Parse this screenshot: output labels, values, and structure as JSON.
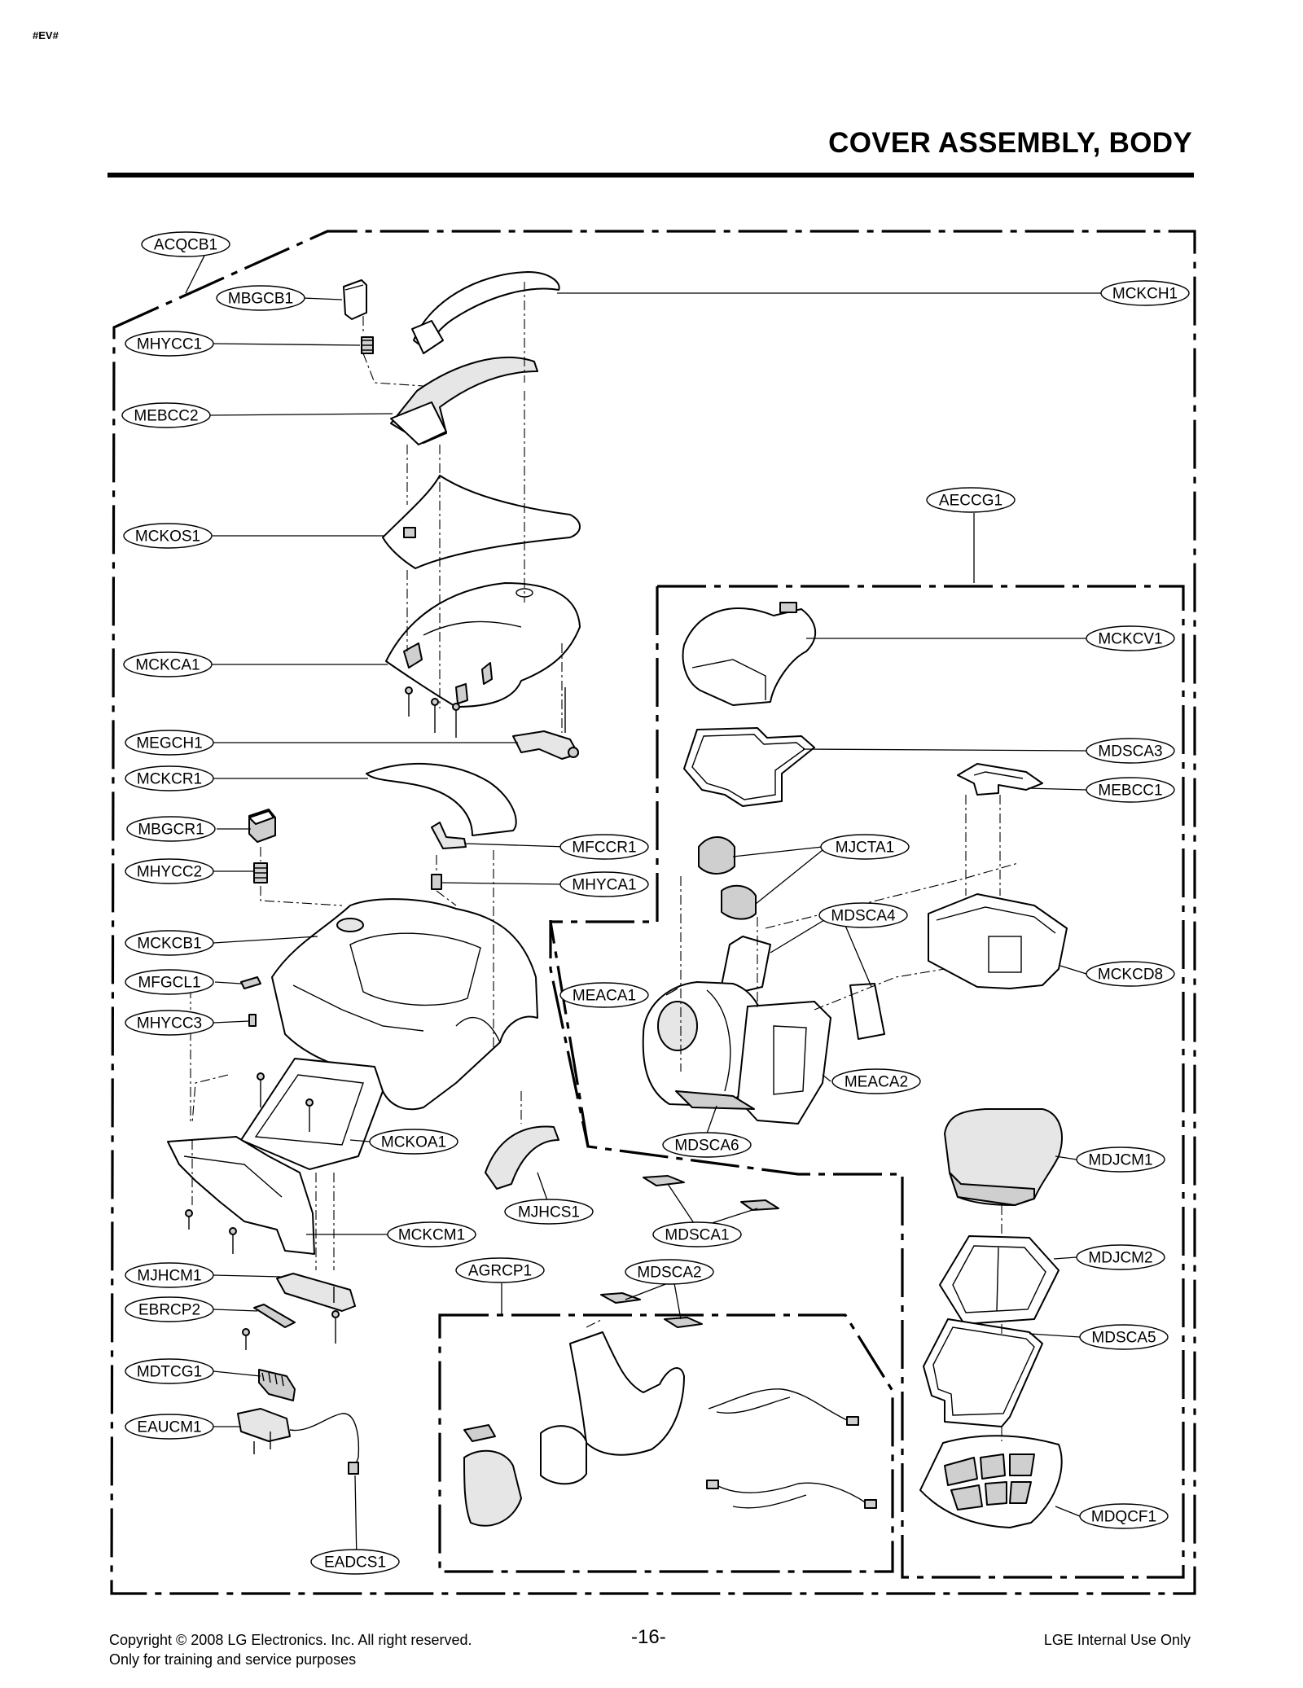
{
  "header": {
    "corner_tag": "#EV#",
    "title": "COVER ASSEMBLY, BODY"
  },
  "footer": {
    "copyright": "Copyright © 2008 LG Electronics. Inc. All right reserved.",
    "training_note": "Only for training and service purposes",
    "page_number": "-16-",
    "usage_note": "LGE Internal Use Only"
  },
  "labels": {
    "ACQCB1": "ACQCB1",
    "MBGCB1": "MBGCB1",
    "MHYCC1": "MHYCC1",
    "MEBCC2": "MEBCC2",
    "MCKOS1": "MCKOS1",
    "MCKCA1": "MCKCA1",
    "MEGCH1": "MEGCH1",
    "MCKCR1": "MCKCR1",
    "MBGCR1": "MBGCR1",
    "MHYCC2": "MHYCC2",
    "MCKCB1": "MCKCB1",
    "MFGCL1": "MFGCL1",
    "MHYCC3": "MHYCC3",
    "MJHCM1": "MJHCM1",
    "EBRCP2": "EBRCP2",
    "MDTCG1": "MDTCG1",
    "EAUCM1": "EAUCM1",
    "EADCS1": "EADCS1",
    "MCKCH1": "MCKCH1",
    "AECCG1": "AECCG1",
    "MCKCV1": "MCKCV1",
    "MDSCA3": "MDSCA3",
    "MEBCC1": "MEBCC1",
    "MFCCR1": "MFCCR1",
    "MJCTA1": "MJCTA1",
    "MHYCA1": "MHYCA1",
    "MDSCA4": "MDSCA4",
    "MCKCD8": "MCKCD8",
    "MEACA1": "MEACA1",
    "MEACA2": "MEACA2",
    "MCKOA1": "MCKOA1",
    "MDSCA6": "MDSCA6",
    "MDJCM1": "MDJCM1",
    "MJHCS1": "MJHCS1",
    "MDSCA1": "MDSCA1",
    "MCKCM1": "MCKCM1",
    "AGRCP1": "AGRCP1",
    "MDSCA2": "MDSCA2",
    "MDJCM2": "MDJCM2",
    "MDSCA5": "MDSCA5",
    "MDQCF1": "MDQCF1"
  }
}
